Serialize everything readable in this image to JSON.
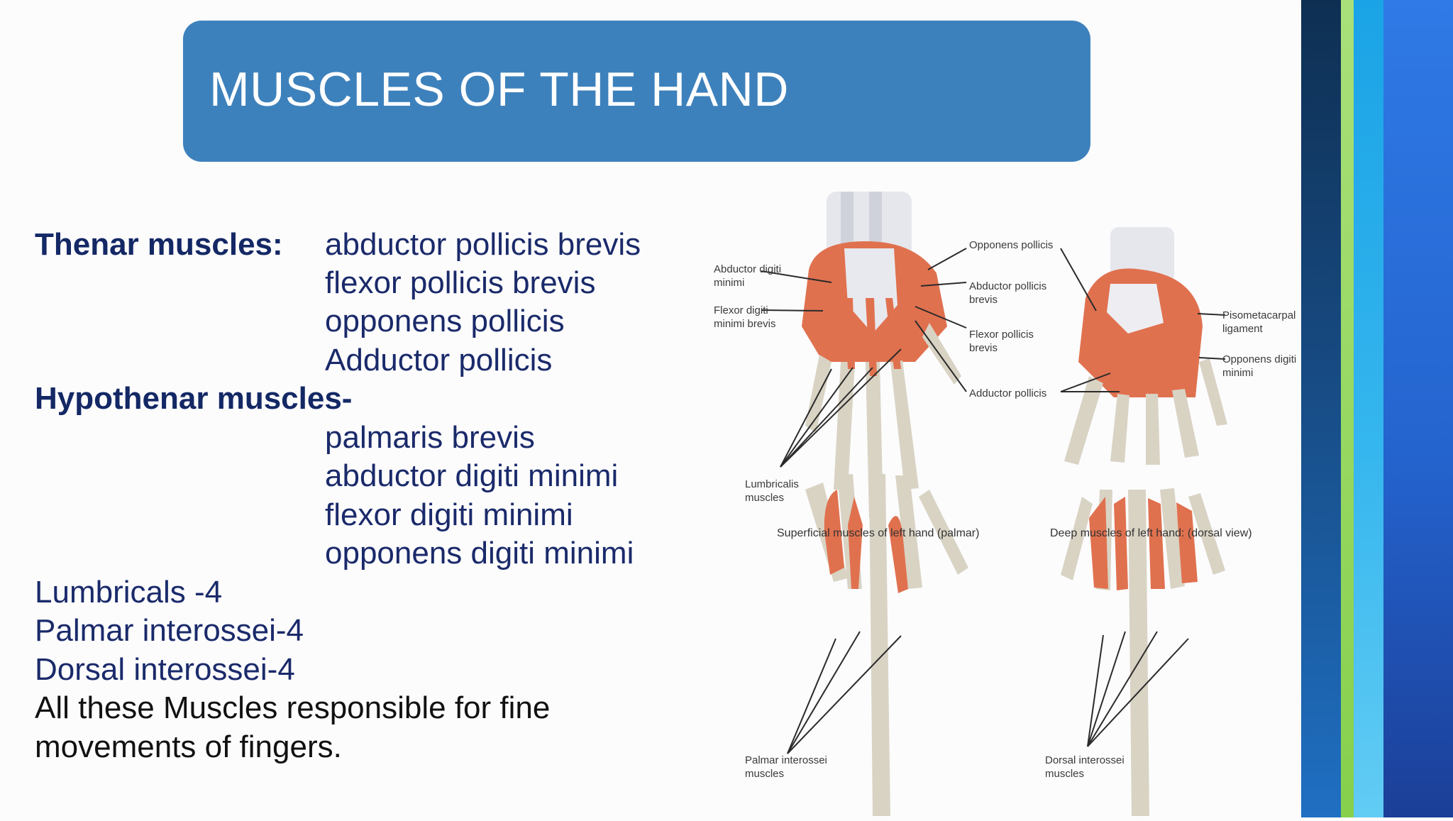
{
  "title": "MUSCLES OF THE HAND",
  "thenar": {
    "heading": "Thenar muscles:",
    "items": [
      "abductor pollicis brevis",
      "flexor pollicis brevis",
      "opponens pollicis",
      "Adductor pollicis"
    ]
  },
  "hypothenar": {
    "heading": "Hypothenar muscles-",
    "items": [
      "palmaris brevis",
      "abductor digiti minimi",
      "flexor digiti minimi",
      "opponens digiti minimi"
    ]
  },
  "others": [
    "Lumbricals -4",
    "Palmar interossei-4",
    "Dorsal interossei-4"
  ],
  "summary": [
    "All these Muscles responsible for fine",
    "movements of fingers."
  ],
  "figure": {
    "labels": {
      "abductor_digiti_minimi": [
        "Abductor digiti",
        "minimi"
      ],
      "flexor_digiti_minimi_brevis": [
        "Flexor digiti",
        "minimi brevis"
      ],
      "lumbricalis": [
        "Lumbricalis",
        "muscles"
      ],
      "opponens_pollicis": "Opponens pollicis",
      "abductor_pollicis_brevis": [
        "Abductor pollicis",
        "brevis"
      ],
      "flexor_pollicis_brevis": [
        "Flexor pollicis",
        "brevis"
      ],
      "adductor_pollicis": "Adductor pollicis",
      "pisometacarpal": [
        "Pisometacarpal",
        "ligament"
      ],
      "opponens_digiti_minimi": [
        "Opponens digiti",
        "minimi"
      ],
      "palmar_interossei": [
        "Palmar interossei",
        "muscles"
      ],
      "dorsal_interossei": [
        "Dorsal interossei",
        "muscles"
      ]
    },
    "captions": {
      "superficial": "Superficial muscles of left hand (palmar)",
      "deep": "Deep muscles of left hand: (dorsal view)"
    }
  },
  "colors": {
    "title_bg": "#3d81bc",
    "heading_text": "#142865",
    "body_text": "#1a2a6a",
    "muscle": "#e0714f",
    "bone": "#d9d3c4"
  }
}
